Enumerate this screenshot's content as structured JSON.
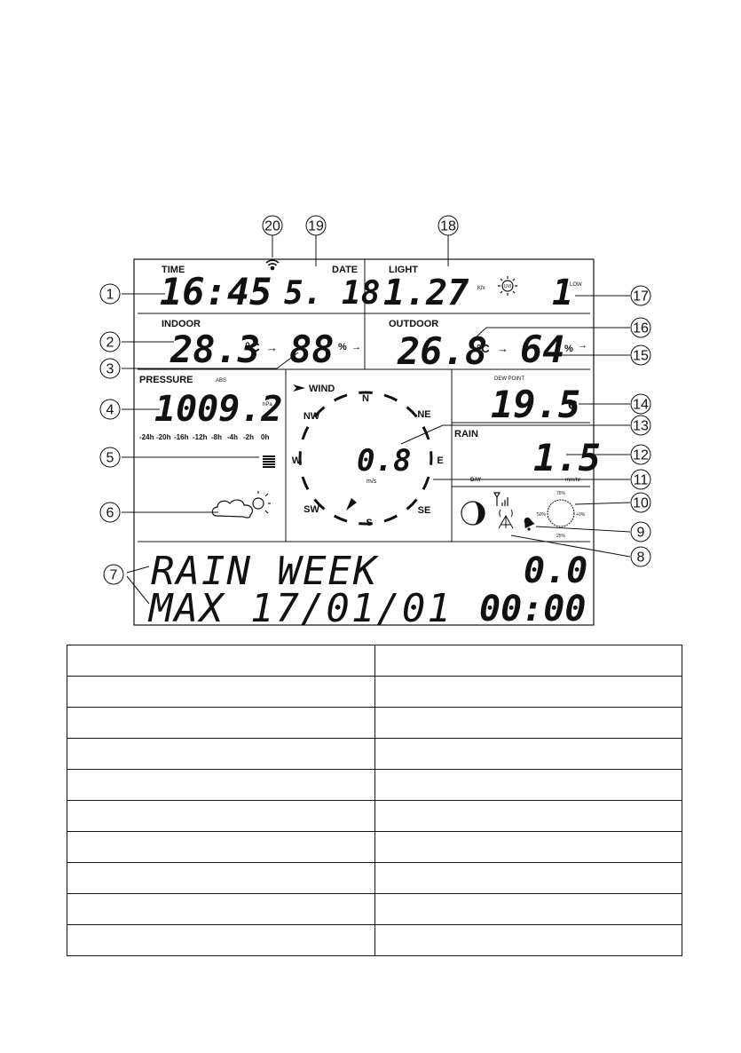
{
  "display": {
    "time": {
      "label": "TIME",
      "value": "16:45"
    },
    "date": {
      "label": "DATE",
      "value": "5. 18"
    },
    "light": {
      "label": "LIGHT",
      "value": "1.27",
      "unit": "Kfx",
      "uvi_icon": "sun-uvi-icon",
      "uvi_value": "1",
      "uvi_level": "LOW"
    },
    "indoor": {
      "label": "INDOOR",
      "temp": "28.3",
      "temp_unit": "°C",
      "humidity": "88",
      "hum_unit": "%"
    },
    "outdoor": {
      "label": "OUTDOOR",
      "temp": "26.8",
      "temp_unit": "°C",
      "humidity": "64",
      "hum_unit": "%"
    },
    "pressure": {
      "label": "PRESSURE",
      "mode": "ABS",
      "value": "1009.2",
      "unit": "hPa",
      "history_labels": [
        "-24h",
        "-20h",
        "-16h",
        "-12h",
        "-8h",
        "-4h",
        "-2h",
        "0h"
      ]
    },
    "wind": {
      "label": "WIND",
      "speed": "0.8",
      "unit": "m/s",
      "directions": {
        "n": "N",
        "ne": "NE",
        "e": "E",
        "se": "SE",
        "s": "S",
        "sw": "SW",
        "w": "W",
        "nw": "NW"
      }
    },
    "dew_point": {
      "label": "DEW POINT",
      "value": "19.5",
      "unit": "°C"
    },
    "rain": {
      "label": "RAIN",
      "value": "1.5",
      "unit": "mm/hr",
      "period": "DAY"
    },
    "status": {
      "gauge_ticks": [
        "75%",
        "50%",
        "+0%",
        "25%"
      ]
    },
    "bottom": {
      "line1_text": "RAIN WEEK",
      "line1_value": "0.0",
      "line2_text": "MAX 17/01/01",
      "line2_value": "00:00"
    },
    "forecast_icon": "cloud-sun-icon"
  },
  "callouts": [
    "1",
    "2",
    "3",
    "4",
    "5",
    "6",
    "7",
    "8",
    "9",
    "10",
    "11",
    "12",
    "13",
    "14",
    "15",
    "16",
    "17",
    "18",
    "19",
    "20"
  ],
  "legend_table": {
    "rows": 10,
    "cols": 2
  }
}
